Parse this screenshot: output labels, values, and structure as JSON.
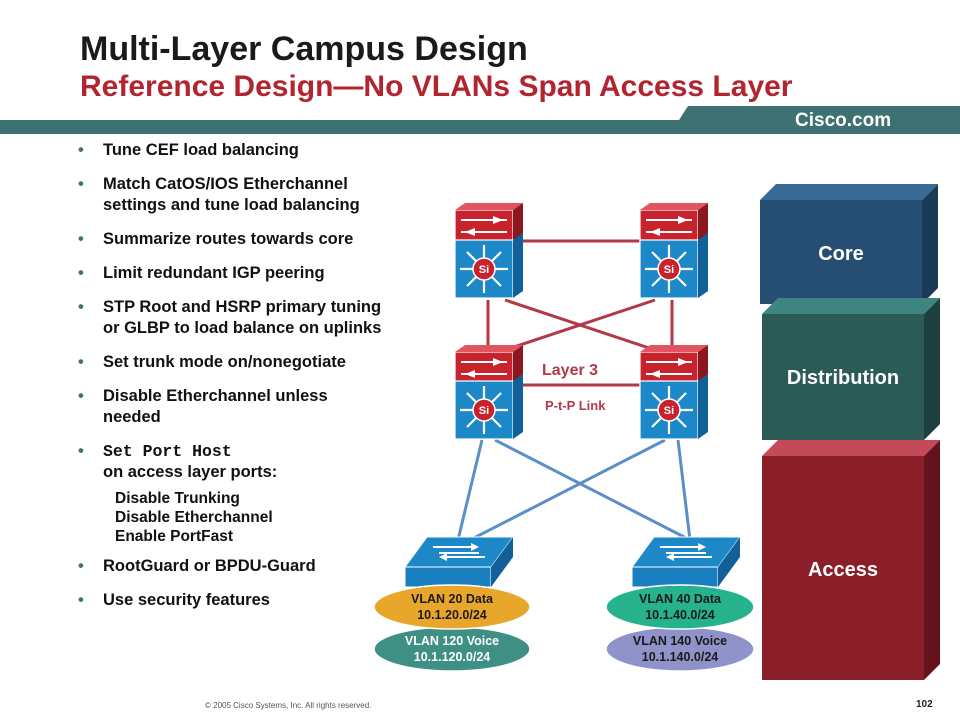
{
  "header": {
    "title": "Multi-Layer Campus Design",
    "subtitle": "Reference Design—No VLANs Span Access Layer",
    "logo": "Cisco.com"
  },
  "bullets": [
    {
      "text": "Tune CEF load balancing"
    },
    {
      "text": "Match CatOS/IOS Etherchannel settings and tune load balancing"
    },
    {
      "text": "Summarize routes towards core"
    },
    {
      "text": "Limit redundant IGP peering"
    },
    {
      "text": "STP Root and HSRP primary tuning or GLBP to load balance on uplinks"
    },
    {
      "text": "Set trunk mode on/nonegotiate"
    },
    {
      "text": "Disable Etherchannel unless needed"
    },
    {
      "code": "Set Port Host",
      "text": "on access layer ports:",
      "sub": [
        "Disable Trunking",
        "Disable Etherchannel",
        "Enable PortFast"
      ]
    },
    {
      "text": "RootGuard or BPDU-Guard"
    },
    {
      "text": "Use security features"
    }
  ],
  "bullet_symbol": "•",
  "diagram": {
    "layer3_label": "Layer 3",
    "ptp_label": "P-t-P Link",
    "switch_symbol": "Si",
    "vlans": [
      {
        "name": "VLAN 20 Data",
        "subnet": "10.1.20.0/24",
        "color": "#e8a72a"
      },
      {
        "name": "VLAN 120 Voice",
        "subnet": "10.1.120.0/24",
        "color": "#3e8f84"
      },
      {
        "name": "VLAN 40 Data",
        "subnet": "10.1.40.0/24",
        "color": "#25b28c"
      },
      {
        "name": "VLAN 140 Voice",
        "subnet": "10.1.140.0/24",
        "color": "#8f93c9"
      }
    ]
  },
  "layers": [
    {
      "label": "Core",
      "color": "#264e73"
    },
    {
      "label": "Distribution",
      "color": "#2b5a57"
    },
    {
      "label": "Access",
      "color": "#8a1f2a"
    }
  ],
  "colors": {
    "accent": "#3d7172",
    "router_red": "#c8232c",
    "switch_blue": "#1d88c8",
    "link_red": "#b23a48",
    "link_blue": "#5b8fc7"
  },
  "footer": {
    "copyright": "© 2005 Cisco Systems, Inc. All rights reserved.",
    "page": "102"
  }
}
